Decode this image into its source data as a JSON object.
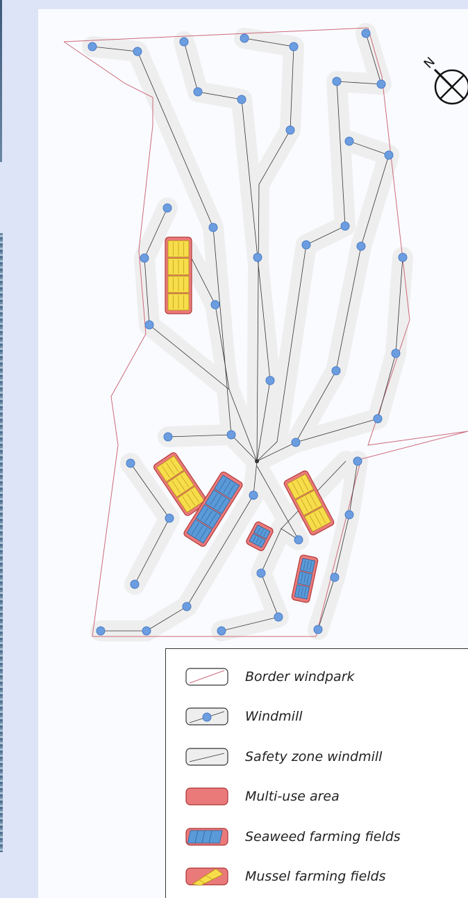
{
  "compass": {
    "label": "N"
  },
  "legend": {
    "items": [
      {
        "key": "border",
        "label": "Border windpark"
      },
      {
        "key": "windmill",
        "label": "Windmill"
      },
      {
        "key": "safety",
        "label": "Safety zone windmill"
      },
      {
        "key": "multiuse",
        "label": "Multi-use area"
      },
      {
        "key": "seaweed",
        "label": "Seaweed farming fields"
      },
      {
        "key": "mussel",
        "label": "Mussel farming fields"
      }
    ]
  },
  "colors": {
    "safety_zone": "#eeeeee",
    "cable": "#333333",
    "border": "#cc6a7a",
    "windmill": "#6b9de0",
    "multiuse": "#ea7a7a",
    "seaweed": "#5a9ad8",
    "mussel": "#f7dd4a"
  }
}
